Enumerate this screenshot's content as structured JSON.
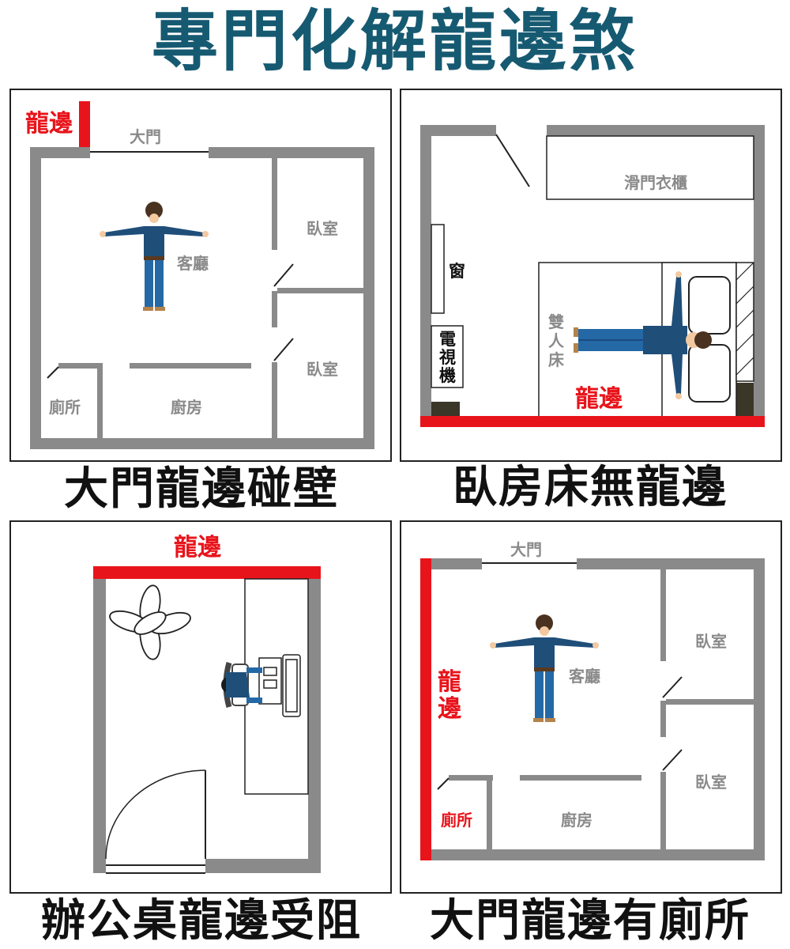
{
  "title": "專門化解龍邊煞",
  "colors": {
    "title": "#165a72",
    "wall": "#8a8a8a",
    "dragon": "#e8141b",
    "shirt": "#1f4e79",
    "pants": "#2469a6"
  },
  "panels": [
    {
      "caption": "大門龍邊碰壁",
      "labels": {
        "dragon": "龍邊",
        "door": "大門",
        "bedroom1": "臥室",
        "bedroom2": "臥室",
        "living": "客廳",
        "toilet": "廁所",
        "kitchen": "廚房"
      }
    },
    {
      "caption": "臥房床無龍邊",
      "labels": {
        "wardrobe": "滑門衣櫃",
        "window": "窗",
        "tv": [
          "電",
          "視",
          "機"
        ],
        "bed": [
          "雙",
          "人",
          "床"
        ],
        "dragon": "龍邊"
      }
    },
    {
      "caption": "辦公桌龍邊受阻",
      "labels": {
        "dragon": "龍邊"
      }
    },
    {
      "caption": "大門龍邊有廁所",
      "labels": {
        "dragon": [
          "龍",
          "邊"
        ],
        "door": "大門",
        "bedroom1": "臥室",
        "bedroom2": "臥室",
        "living": "客廳",
        "toilet": "廁所",
        "kitchen": "廚房"
      }
    }
  ]
}
